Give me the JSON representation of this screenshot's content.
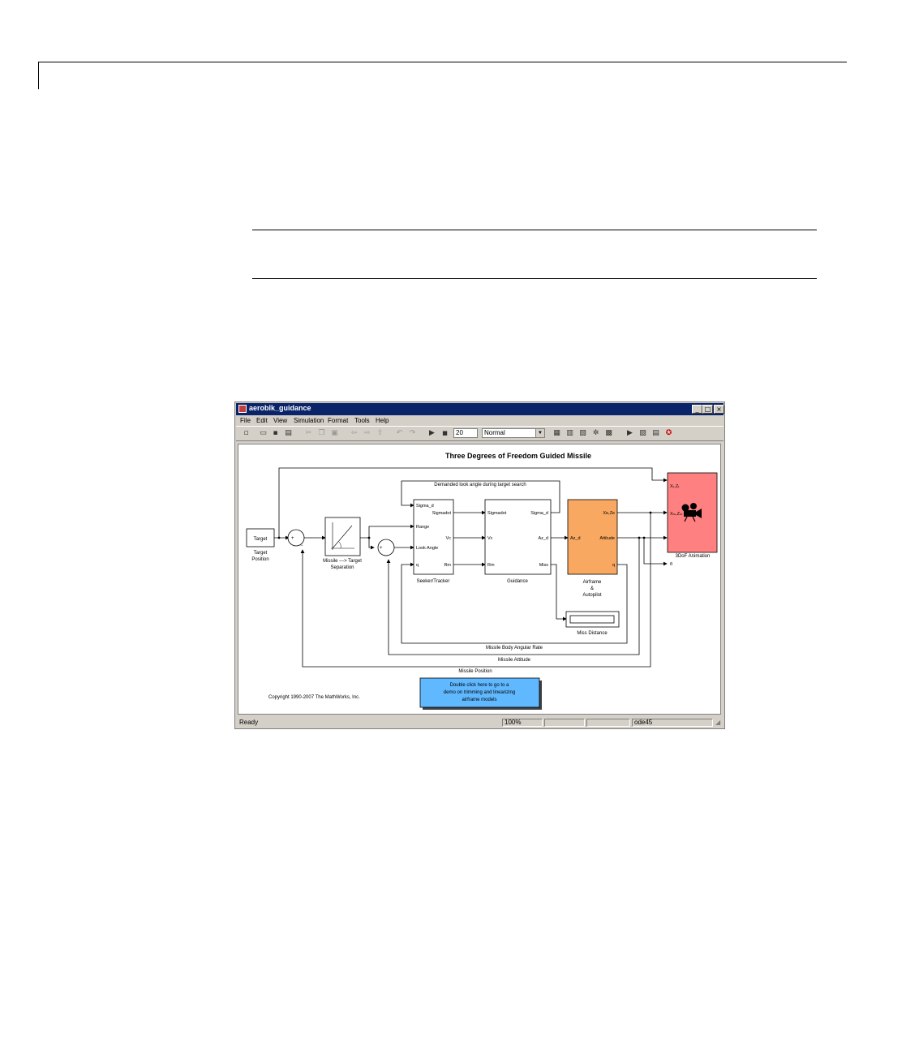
{
  "window": {
    "title": "aeroblk_guidance",
    "controls": {
      "minimize": "_",
      "maximize": "□",
      "close": "×"
    }
  },
  "menu": [
    "File",
    "Edit",
    "View",
    "Simulation",
    "Format",
    "Tools",
    "Help"
  ],
  "toolbar": {
    "stop_time": "20",
    "sim_mode": "Normal",
    "icons": [
      "new-icon",
      "open-icon",
      "save-icon",
      "print-icon",
      "cut-icon",
      "copy-icon",
      "paste-icon",
      "back-icon",
      "forward-icon",
      "up-icon",
      "undo-icon",
      "redo-icon",
      "play-icon",
      "stop-icon",
      "build-icon",
      "library-icon",
      "explorer-icon",
      "debug-icon",
      "profiler-icon",
      "update-icon"
    ]
  },
  "diagram": {
    "title": "Three Degrees of Freedom Guided Missile",
    "target_block": "Target",
    "target_caption": [
      "Target",
      "Position"
    ],
    "separation_caption": [
      "Missile ---> Target",
      "Separation"
    ],
    "seeker": {
      "caption": "Seeker/Tracker",
      "inputs": [
        "Sigma_d",
        "Range",
        "Look Angle",
        "q"
      ],
      "outputs": [
        "Sigmadot",
        "Vc",
        "Rm"
      ]
    },
    "guidance": {
      "caption": "Guidance",
      "inputs": [
        "Sigmadot",
        "Vc",
        "Rm"
      ],
      "outputs": [
        "Sigma_d",
        "Az_d",
        "Miss"
      ]
    },
    "airframe": {
      "caption": [
        "Airframe",
        "&",
        "Autopilot"
      ],
      "input": "Az_d",
      "outputs": [
        "Xe,Ze",
        "Attitude",
        "q"
      ]
    },
    "animation": {
      "caption": "3DoF Animation",
      "inputs": [
        "Xₜ,Zₜ",
        "Xₘ,Zₘ",
        "θ"
      ]
    },
    "display_caption": "Miss Distance",
    "feedback_labels": {
      "demanded": "Demanded look angle during target search",
      "body_rate": "Missile Body Angular Rate",
      "attitude": "Missile Attitude",
      "position": "Missile Position"
    },
    "copyright": "Copyright 1990-2007 The MathWorks, Inc.",
    "note_block": [
      "Double click here to go to a",
      "demo on trimming and linearizing",
      "airframe models"
    ],
    "colors": {
      "airframe": "#f8a860",
      "animation": "#ff8080",
      "note": "#60b8ff"
    }
  },
  "statusbar": {
    "status": "Ready",
    "zoom": "100%",
    "solver": "ode45"
  }
}
